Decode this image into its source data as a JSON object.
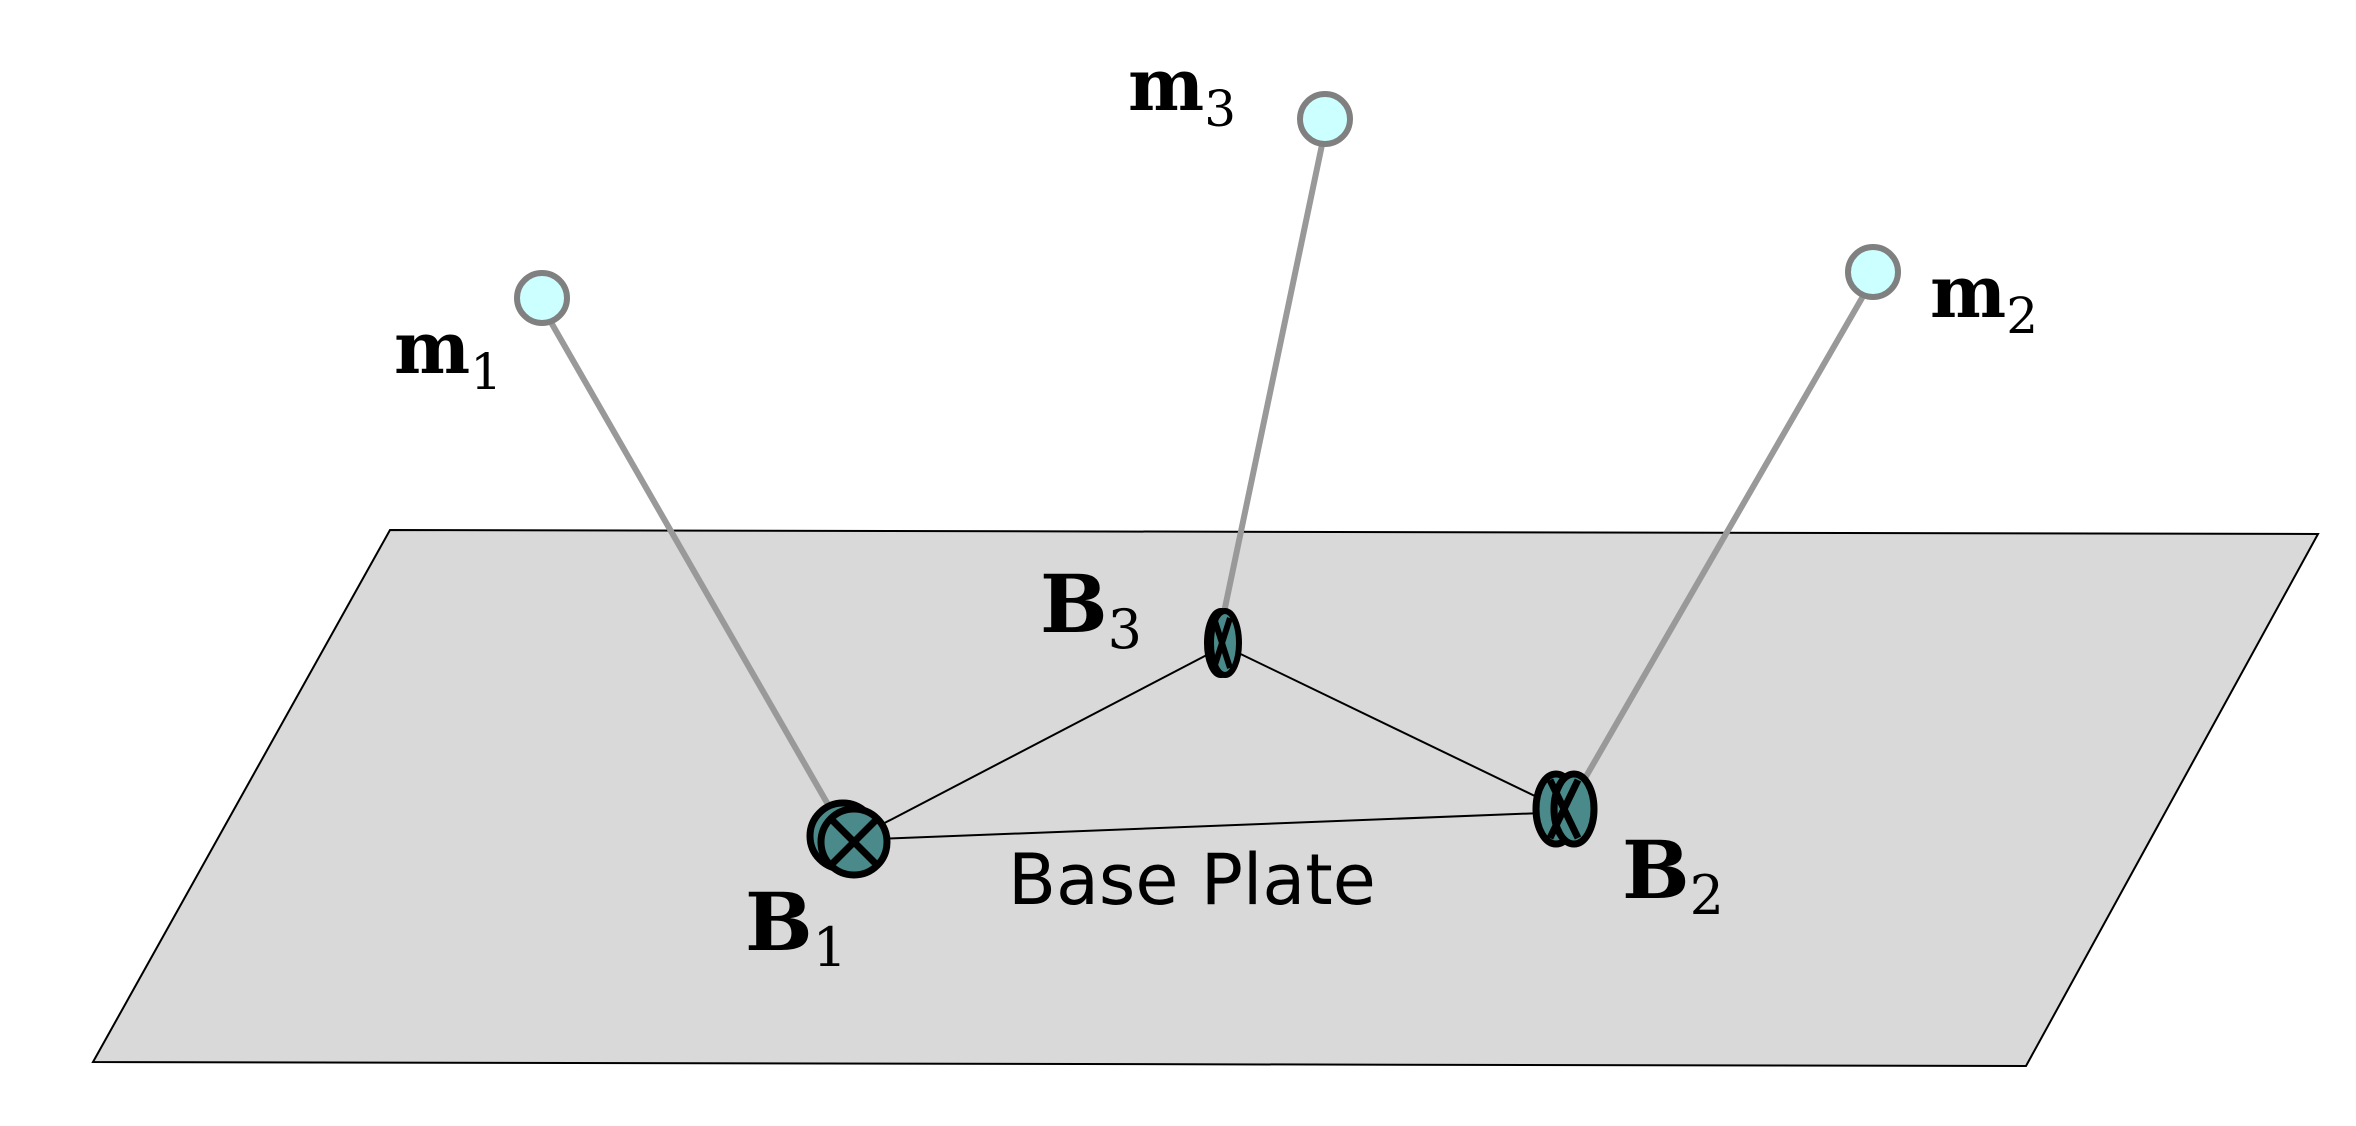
{
  "colors": {
    "plate_fill": "#d9d9d9",
    "plate_stroke": "#000000",
    "rod": "#999999",
    "base_link": "#000000",
    "mass_fill": "#ccffff",
    "mass_stroke": "#808080",
    "joint_fill": "#4a8a8a",
    "joint_stroke": "#000000"
  },
  "plate": {
    "label": "Base Plate"
  },
  "masses": [
    {
      "id": "m1",
      "base": "m",
      "sub": "1"
    },
    {
      "id": "m2",
      "base": "m",
      "sub": "2"
    },
    {
      "id": "m3",
      "base": "m",
      "sub": "3"
    }
  ],
  "joints": [
    {
      "id": "B1",
      "base": "B",
      "sub": "1"
    },
    {
      "id": "B2",
      "base": "B",
      "sub": "2"
    },
    {
      "id": "B3",
      "base": "B",
      "sub": "3"
    }
  ]
}
